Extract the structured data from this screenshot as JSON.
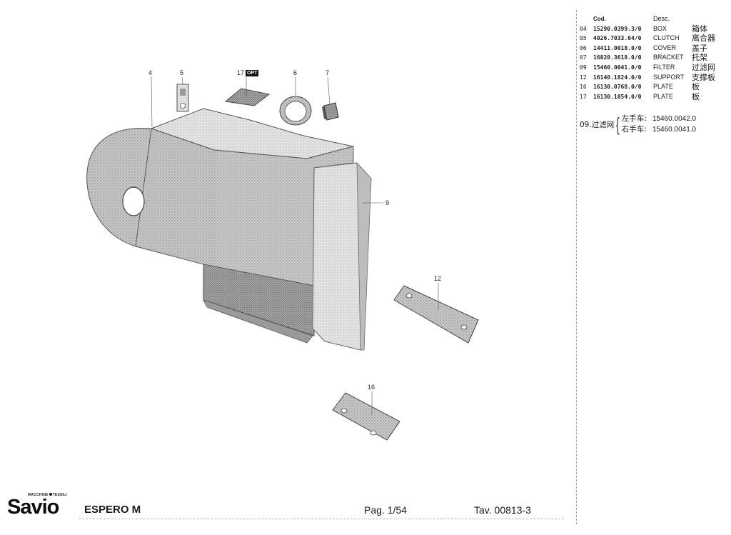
{
  "drawing": {
    "callouts": [
      {
        "id": "4",
        "label": "4"
      },
      {
        "id": "5",
        "label": "5"
      },
      {
        "id": "17",
        "label": "17",
        "badge": "OPT"
      },
      {
        "id": "6",
        "label": "6"
      },
      {
        "id": "7",
        "label": "7"
      },
      {
        "id": "9",
        "label": "9"
      },
      {
        "id": "12",
        "label": "12"
      },
      {
        "id": "16",
        "label": "16"
      }
    ]
  },
  "parts_list": {
    "headers": {
      "code": "Cod.",
      "desc": "Desc."
    },
    "rows": [
      {
        "pos": "04",
        "code": "15290.0399.3/0",
        "desc": "BOX",
        "zh": "箱体"
      },
      {
        "pos": "05",
        "code": "4026.7033.04/0",
        "desc": "CLUTCH",
        "zh": "离合器"
      },
      {
        "pos": "06",
        "code": "14411.0018.0/0",
        "desc": "COVER",
        "zh": "盖子"
      },
      {
        "pos": "07",
        "code": "16820.3618.0/0",
        "desc": "BRACKET",
        "zh": "托架"
      },
      {
        "pos": "09",
        "code": "15460.0041.0/0",
        "desc": "FILTER",
        "zh": "过滤网"
      },
      {
        "pos": "12",
        "code": "16140.1824.0/0",
        "desc": "SUPPORT",
        "zh": "支撑板"
      },
      {
        "pos": "16",
        "code": "16130.0768.0/0",
        "desc": "PLATE",
        "zh": "板"
      },
      {
        "pos": "17",
        "code": "16130.1054.0/0",
        "desc": "PLATE",
        "zh": "板"
      }
    ]
  },
  "filter_note": {
    "prefix": "09.过滤网",
    "left_label": "左手车:",
    "left_code": "15460.0042.0",
    "right_label": "右手车:",
    "right_code": "15460.0041.0"
  },
  "footer": {
    "brand": "Savio",
    "brand_tag_left": "MACCHINE",
    "brand_tag_right": "TESSILI",
    "model": "ESPERO M",
    "page": "Pag. 1/54",
    "table": "Tav. 00813-3"
  }
}
